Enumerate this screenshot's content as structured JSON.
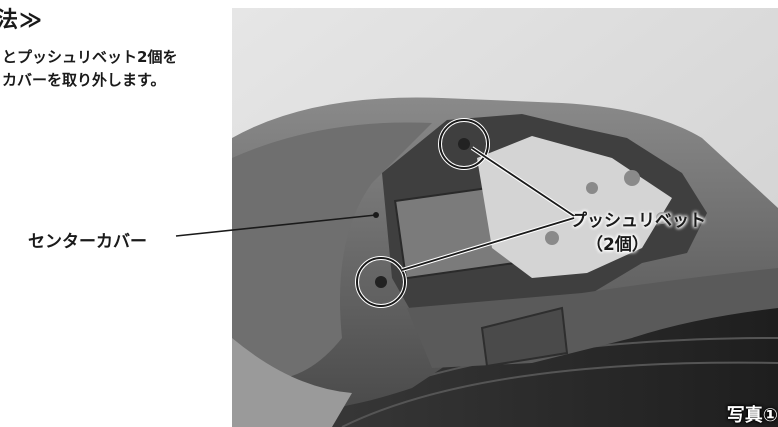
{
  "heading": "法≫",
  "instructions": [
    "とプッシュリベット2個を",
    "カバーを取り外します。"
  ],
  "labels": {
    "center_cover": "センターカバー",
    "push_rivet": "プッシュリベット",
    "push_rivet_count": "（2個）"
  },
  "photo_tag": "写真①"
}
